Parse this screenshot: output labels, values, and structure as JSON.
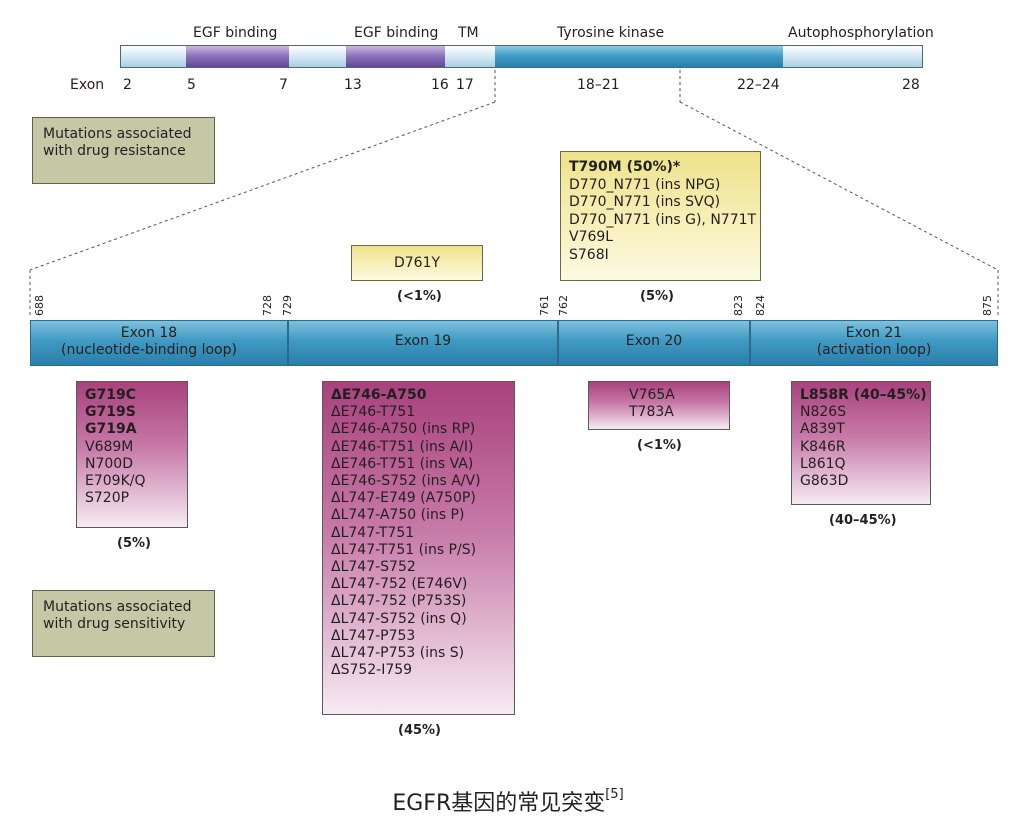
{
  "top": {
    "domains": {
      "egf1": "EGF binding",
      "egf2": "EGF binding",
      "tm": "TM",
      "tk": "Tyrosine kinase",
      "auto": "Autophosphorylation"
    },
    "exon_label": "Exon",
    "exons": [
      "2",
      "5",
      "7",
      "13",
      "16",
      "17",
      "18–21",
      "22–24",
      "28"
    ]
  },
  "legend": {
    "resistance": "Mutations associated with drug resistance",
    "sensitivity": "Mutations associated with drug sensitivity"
  },
  "positions": [
    "688",
    "728",
    "729",
    "761",
    "762",
    "823",
    "824",
    "875"
  ],
  "exon_domains": {
    "e18": [
      "Exon 18",
      "(nucleotide-binding loop)"
    ],
    "e19": [
      "Exon 19"
    ],
    "e20": [
      "Exon 20"
    ],
    "e21": [
      "Exon 21",
      "(activation loop)"
    ]
  },
  "resistance_mutations": {
    "d761y": {
      "label": "D761Y",
      "pct": "(<1%)"
    },
    "exon20": {
      "items": [
        "T790M (50%)*",
        "D770_N771 (ins NPG)",
        "D770_N771 (ins SVQ)",
        "D770_N771 (ins G), N771T",
        "V769L",
        "S768I"
      ],
      "pct": "(5%)"
    }
  },
  "sensitivity_mutations": {
    "exon18": {
      "items": [
        "G719C",
        "G719S",
        "G719A",
        "V689M",
        "N700D",
        "E709K/Q",
        "S720P"
      ],
      "pct": "(5%)"
    },
    "exon19": {
      "items": [
        "ΔE746-A750",
        "ΔE746-T751",
        "ΔE746-A750 (ins RP)",
        "ΔE746-T751 (ins A/I)",
        "ΔE746-T751 (ins VA)",
        "ΔE746-S752 (ins A/V)",
        "ΔL747-E749 (A750P)",
        "ΔL747-A750 (ins P)",
        "ΔL747-T751",
        "ΔL747-T751 (ins P/S)",
        "ΔL747-S752",
        "ΔL747-752 (E746V)",
        "ΔL747-752 (P753S)",
        "ΔL747-S752 (ins Q)",
        "ΔL747-P753",
        "ΔL747-P753 (ins S)",
        "ΔS752-I759"
      ],
      "pct": "(45%)"
    },
    "exon20": {
      "items": [
        "V765A",
        "T783A"
      ],
      "pct": "(<1%)"
    },
    "exon21": {
      "items": [
        "L858R (40–45%)",
        "N826S",
        "A839T",
        "K846R",
        "L861Q",
        "G863D"
      ],
      "pct": "(40–45%)"
    }
  },
  "caption": {
    "text": "EGFR基因的常见突变",
    "ref": "[5]"
  }
}
